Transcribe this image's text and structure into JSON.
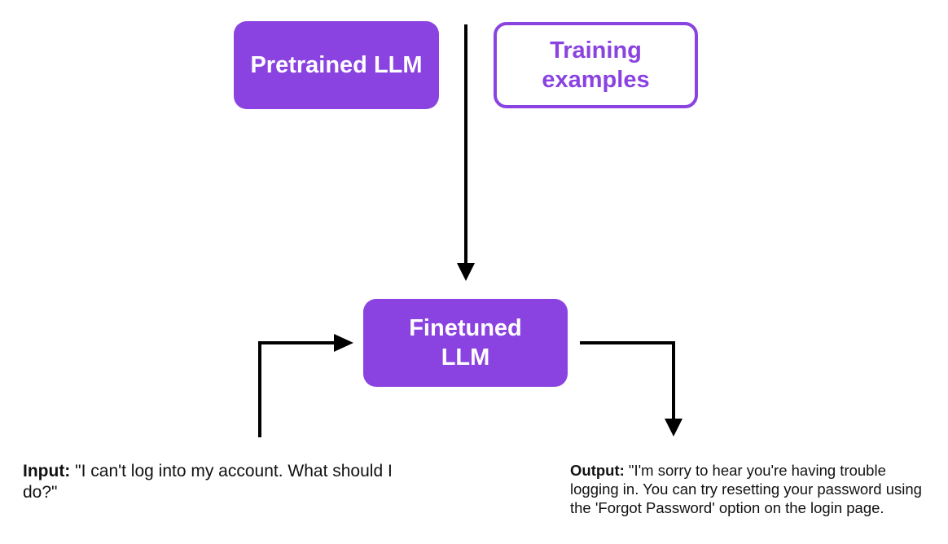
{
  "nodes": {
    "pretrained": {
      "label": "Pretrained LLM"
    },
    "training": {
      "label_line1": "Training",
      "label_line2": "examples"
    },
    "finetuned": {
      "label_line1": "Finetuned",
      "label_line2": "LLM"
    }
  },
  "input": {
    "label": "Input:",
    "text": " \"I can't log into my account. What should I do?\""
  },
  "output": {
    "label": "Output:",
    "text": " \"I'm sorry to hear you're having trouble logging in. You can try resetting your password using the 'Forgot Password' option on the login page."
  },
  "colors": {
    "accent": "#8a43e0",
    "arrow": "#000000"
  }
}
